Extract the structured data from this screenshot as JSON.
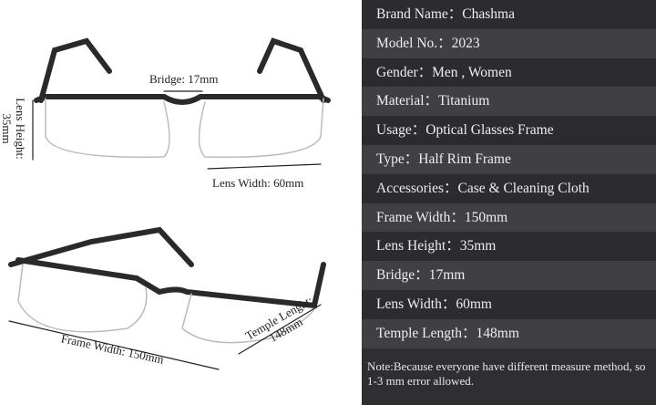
{
  "image_labels": {
    "bridge": "Bridge: 17mm",
    "lens_height_1": "Lens Height:",
    "lens_height_2": "35mm",
    "lens_width": "Lens Width: 60mm",
    "frame_width": "Frame Width: 150mm",
    "temple_1": "Temple Lenght:",
    "temple_2": "148mm"
  },
  "specs": [
    {
      "label": "Brand Name：",
      "value": "Chashma"
    },
    {
      "label": "Model No.：",
      "value": "2023"
    },
    {
      "label": "Gender：",
      "value": "Men , Women"
    },
    {
      "label": "Material：",
      "value": "Titanium"
    },
    {
      "label": "Usage：",
      "value": "Optical Glasses Frame"
    },
    {
      "label": "Type：",
      "value": "Half Rim Frame"
    },
    {
      "label": "Accessories：",
      "value": "Case & Cleaning Cloth"
    },
    {
      "label": "Frame Width：",
      "value": "150mm"
    },
    {
      "label": "Lens Height：",
      "value": "35mm"
    },
    {
      "label": "Bridge：",
      "value": "17mm"
    },
    {
      "label": "Lens Width：",
      "value": "60mm"
    },
    {
      "label": "Temple Length：",
      "value": "148mm"
    }
  ],
  "note": "Note:Because everyone have different measure method, so 1-3 mm error allowed."
}
